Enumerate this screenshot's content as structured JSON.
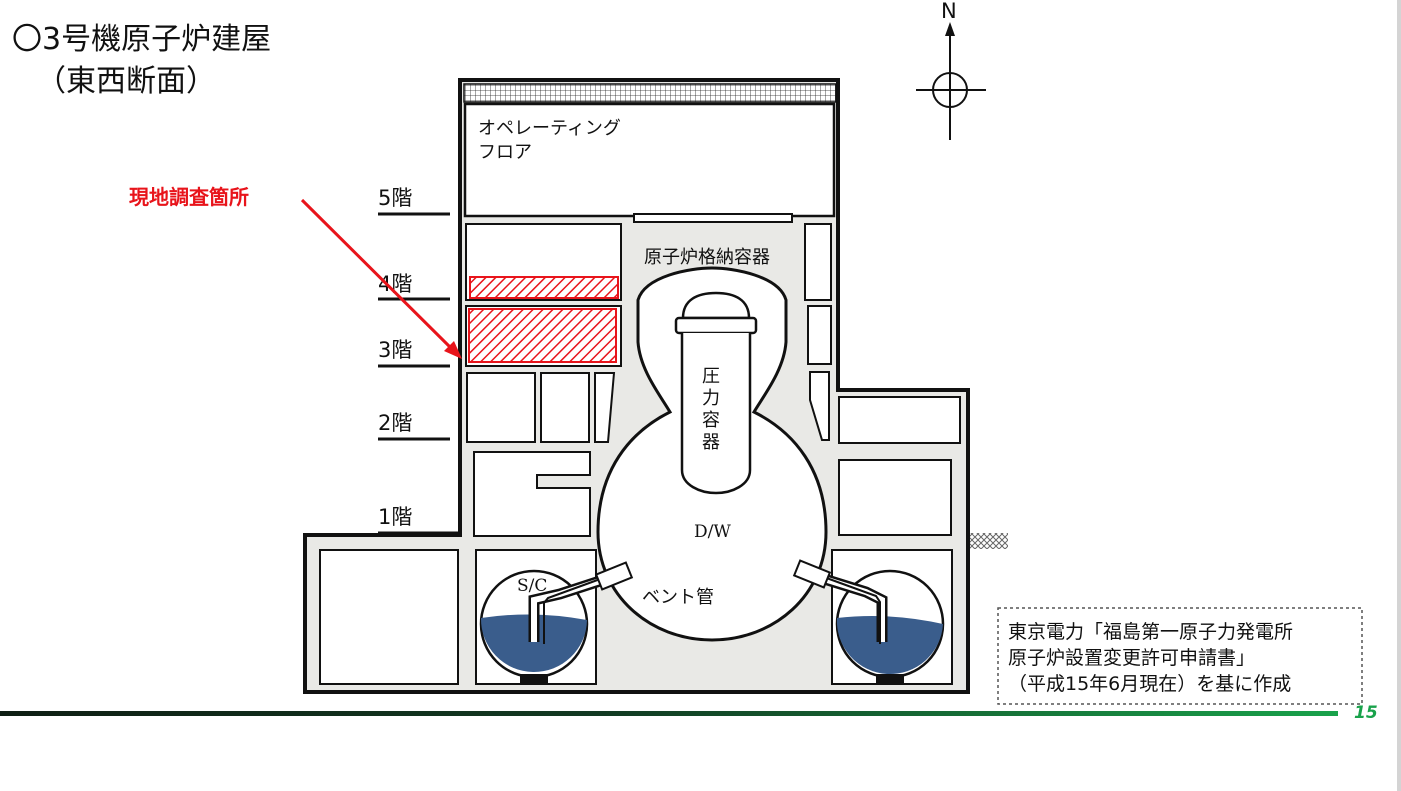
{
  "title": "〇3号機原子炉建屋",
  "subtitle": "（東西断面）",
  "compass": {
    "north_label": "N"
  },
  "floors": {
    "f5": "5階",
    "f4": "4階",
    "f3": "3階",
    "f2": "2階",
    "f1": "1階"
  },
  "labels": {
    "operating_floor_line1": "オペレーティング",
    "operating_floor_line2": "フロア",
    "containment_vessel": "原子炉格納容器",
    "pressure_vessel": [
      "圧",
      "力",
      "容",
      "器"
    ],
    "drywell": "D/W",
    "suppression_chamber": "S/C",
    "vent_pipe": "ベント管"
  },
  "callout": {
    "label": "現地調査箇所",
    "color": "#e8141b"
  },
  "source": {
    "line1": "東京電力「福島第一原子力発電所",
    "line2": "原子炉設置変更許可申請書」",
    "line3": "（平成15年6月現在）を基に作成"
  },
  "page_number": "15",
  "colors": {
    "concrete": "#e9e9e6",
    "water": "#3a5d8c",
    "survey_hatch": "#e8141b",
    "footer_bar_start": "#0f1f14",
    "footer_bar_end": "#19a24b",
    "page_number": "#19a24b"
  }
}
